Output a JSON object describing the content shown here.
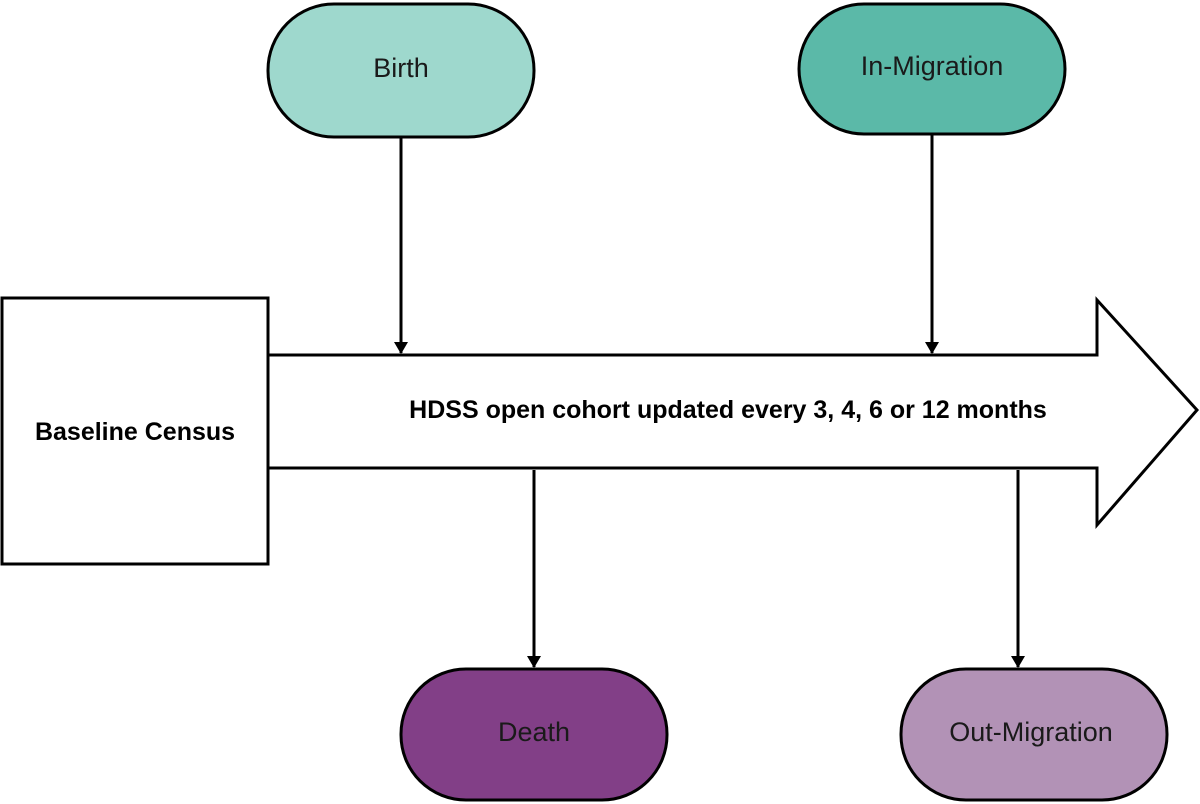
{
  "baseline": {
    "label": "Baseline Census"
  },
  "cohort": {
    "label": "HDSS open cohort updated every 3, 4, 6 or 12 months"
  },
  "inflows": [
    {
      "label": "Birth",
      "color": "#9ed8cd"
    },
    {
      "label": "In-Migration",
      "color": "#5bb9a8"
    }
  ],
  "outflows": [
    {
      "label": "Death",
      "color": "#823f87"
    },
    {
      "label": "Out-Migration",
      "color": "#b292b6"
    }
  ],
  "colors": {
    "stroke": "#000000",
    "background": "#ffffff"
  }
}
